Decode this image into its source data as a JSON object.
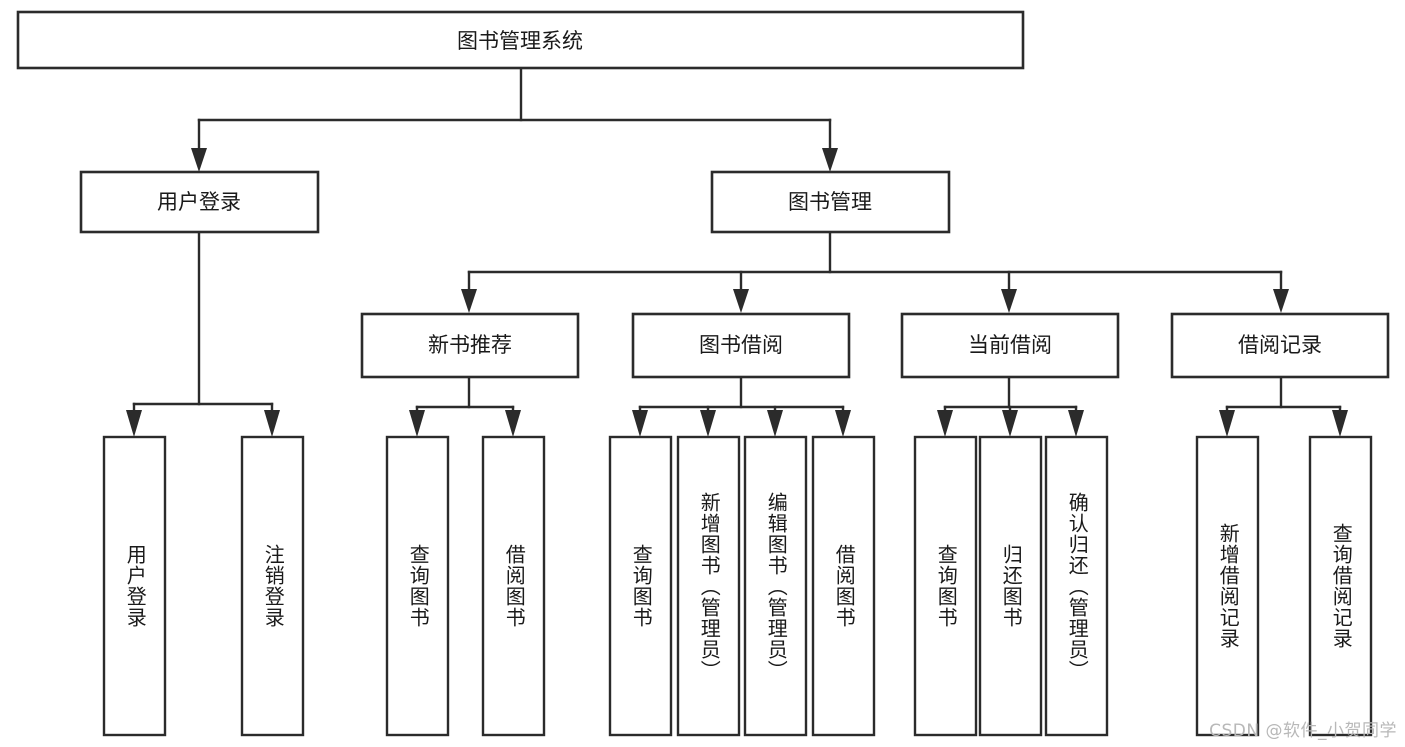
{
  "diagram": {
    "title_node": {
      "label": "图书管理系统"
    },
    "level2": [
      {
        "id": "user-login",
        "label": "用户登录"
      },
      {
        "id": "book-manage",
        "label": "图书管理"
      }
    ],
    "level3": [
      {
        "id": "new-book-recommend",
        "label": "新书推荐"
      },
      {
        "id": "book-borrow",
        "label": "图书借阅"
      },
      {
        "id": "current-borrow",
        "label": "当前借阅"
      },
      {
        "id": "borrow-record",
        "label": "借阅记录"
      }
    ],
    "leaves": [
      {
        "id": "leaf-user-login",
        "label": "用户登录",
        "parent": "user-login"
      },
      {
        "id": "leaf-logout",
        "label": "注销登录",
        "parent": "user-login"
      },
      {
        "id": "leaf-query-book-1",
        "label": "查询图书",
        "parent": "new-book-recommend"
      },
      {
        "id": "leaf-borrow-book-1",
        "label": "借阅图书",
        "parent": "new-book-recommend"
      },
      {
        "id": "leaf-query-book-2",
        "label": "查询图书",
        "parent": "book-borrow"
      },
      {
        "id": "leaf-add-book",
        "label": "新增图书（管理员）",
        "parent": "book-borrow"
      },
      {
        "id": "leaf-edit-book",
        "label": "编辑图书（管理员）",
        "parent": "book-borrow"
      },
      {
        "id": "leaf-borrow-book-2",
        "label": "借阅图书",
        "parent": "book-borrow"
      },
      {
        "id": "leaf-query-book-3",
        "label": "查询图书",
        "parent": "current-borrow"
      },
      {
        "id": "leaf-return-book",
        "label": "归还图书",
        "parent": "current-borrow"
      },
      {
        "id": "leaf-confirm-return",
        "label": "确认归还（管理员）",
        "parent": "current-borrow"
      },
      {
        "id": "leaf-add-record",
        "label": "新增借阅记录",
        "parent": "borrow-record"
      },
      {
        "id": "leaf-query-record",
        "label": "查询借阅记录",
        "parent": "borrow-record"
      }
    ],
    "watermark": "CSDN @软件_小贺同学",
    "colors": {
      "stroke": "#2b2b2b",
      "fill": "#ffffff",
      "text": "#1a1a1a",
      "watermark": "#b8b8b8"
    }
  }
}
